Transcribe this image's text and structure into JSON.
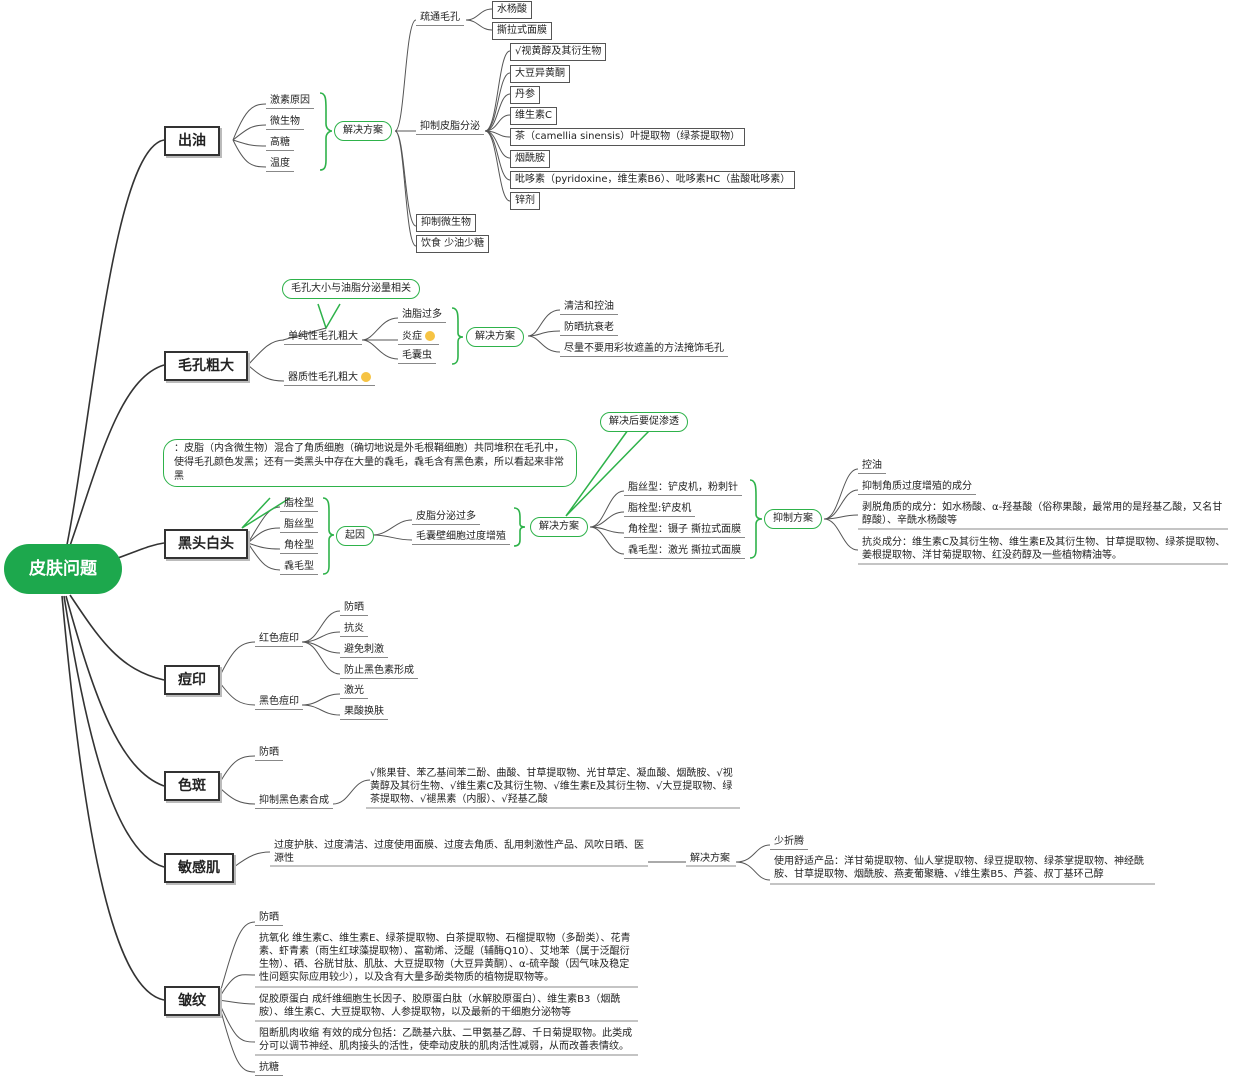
{
  "root": "皮肤问题",
  "l1": {
    "oil": "出油",
    "pore": "毛孔粗大",
    "blackhead": "黑头白头",
    "acne_mark": "痘印",
    "spot": "色斑",
    "sensitive": "敏感肌",
    "wrinkle": "皱纹"
  },
  "oil": {
    "causes": [
      "激素原因",
      "微生物",
      "高糖",
      "温度"
    ],
    "solution": "解决方案",
    "unclog": "疏通毛孔",
    "unclog_items": [
      "水杨酸",
      "撕拉式面膜"
    ],
    "inhibit": "抑制皮脂分泌",
    "inhibit_items": [
      "√视黄醇及其衍生物",
      "大豆异黄酮",
      "丹参",
      "维生素C",
      "茶（camellia sinensis）叶提取物（绿茶提取物）",
      "烟酰胺",
      "吡哆素（pyridoxine，维生素B6）、吡哆素HC（盐酸吡哆素）",
      "锌剂"
    ],
    "microbe": "抑制微生物",
    "diet": "饮食 少油少糖"
  },
  "pore": {
    "callout": "毛孔大小与油脂分泌量相关",
    "simple": "单纯性毛孔粗大",
    "organic": "器质性毛孔粗大",
    "causes": [
      "油脂过多",
      "炎症",
      "毛囊虫"
    ],
    "solution": "解决方案",
    "solutions": [
      "清洁和控油",
      "防晒抗衰老",
      "尽量不要用彩妆遮盖的方法掩饰毛孔"
    ]
  },
  "blackhead": {
    "callout": "：皮脂（内含微生物）混合了角质细胞（确切地说是外毛根鞘细胞）共同堆积在毛孔中，使得毛孔颜色发黑；还有一类黑头中存在大量的毳毛，毳毛含有黑色素，所以看起来非常黑",
    "types": [
      "脂栓型",
      "脂丝型",
      "角栓型",
      "毳毛型"
    ],
    "cause_label": "起因",
    "causes": [
      "皮脂分泌过多",
      "毛囊壁细胞过度增殖"
    ],
    "solution_callout": "解决后要促渗透",
    "solution": "解决方案",
    "solutions": [
      "脂丝型：铲皮机，粉刺针",
      "脂栓型:铲皮机",
      "角栓型：镊子 撕拉式面膜",
      "毳毛型：激光 撕拉式面膜"
    ],
    "inhibit": "抑制方案",
    "inhibit_items": [
      "控油",
      "抑制角质过度增殖的成分",
      "剥脱角质的成分：如水杨酸、α-羟基酸（俗称果酸，最常用的是羟基乙酸，又名甘醇酸）、辛酰水杨酸等",
      "抗炎成分：维生素C及其衍生物、维生素E及其衍生物、甘草提取物、绿茶提取物、姜根提取物、洋甘菊提取物、红没药醇及一些植物精油等。"
    ]
  },
  "acne_mark": {
    "red": "红色痘印",
    "red_items": [
      "防晒",
      "抗炎",
      "避免刺激",
      "防止黑色素形成"
    ],
    "black": "黑色痘印",
    "black_items": [
      "激光",
      "果酸换肤"
    ]
  },
  "spot": {
    "sunscreen": "防晒",
    "inhibit": "抑制黑色素合成",
    "inhibit_detail": "√熊果苷、苯乙基间苯二酚、曲酸、甘草提取物、光甘草定、凝血酸、烟酰胺、√视黄醇及其衍生物、√维生素C及其衍生物、√维生素E及其衍生物、√大豆提取物、绿茶提取物、√褪黑素（内服）、√羟基乙酸"
  },
  "sensitive": {
    "causes": "过度护肤、过度清洁、过度使用面膜、过度去角质、乱用刺激性产品、风吹日晒、医源性",
    "solution": "解决方案",
    "items": [
      "少折腾",
      "使用舒适产品：洋甘菊提取物、仙人掌提取物、绿豆提取物、绿茶掌提取物、神经酰胺、甘草提取物、烟酰胺、燕麦葡聚糖、√维生素B5、芦荟、叔丁基环己醇"
    ]
  },
  "wrinkle": {
    "items": [
      "防晒",
      "抗氧化   维生素C、维生素E、绿茶提取物、白茶提取物、石榴提取物（多酚类）、花青素、虾青素（雨生红球藻提取物）、富勒烯、泛醌（辅酶Q10）、艾地苯（属于泛醌衍生物）、硒、谷胱甘肽、肌肽、大豆提取物（大豆异黄酮）、α-硫辛酸（因气味及稳定性问题实际应用较少），以及含有大量多酚类物质的植物提取物等。",
      "促胶原蛋白  成纤维细胞生长因子、胶原蛋白肽（水解胶原蛋白）、维生素B3（烟酰胺）、维生素C、大豆提取物、人参提取物，以及最新的干细胞分泌物等",
      "阻断肌肉收缩   有效的成分包括：乙酰基六肽、二甲氨基乙醇、千日菊提取物。此类成分可以调节神经、肌肉接头的活性，使牵动皮肤的肌肉活性减弱，从而改善表情纹。",
      "抗糖"
    ]
  },
  "colors": {
    "accent": "#1da84d",
    "bracket": "#2eb24a",
    "line": "#333333"
  }
}
